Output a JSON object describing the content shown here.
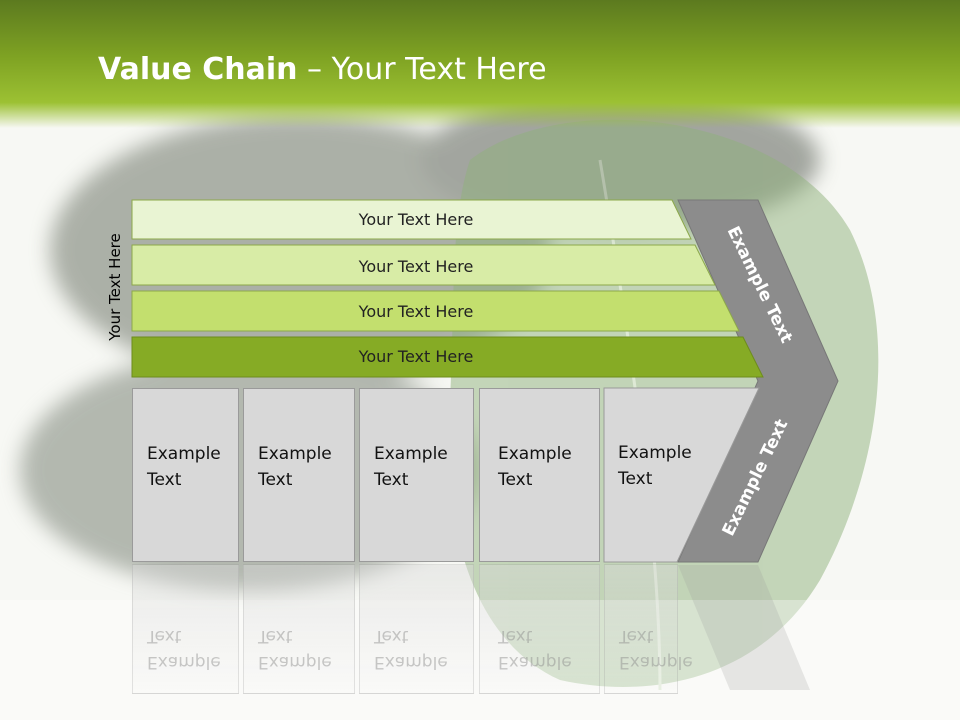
{
  "title": {
    "bold": "Value Chain",
    "rest": " – Your Text Here"
  },
  "side_label": "Your Text Here",
  "rows": [
    {
      "label": "Your Text Here",
      "color": "#e9f4d3"
    },
    {
      "label": "Your Text Here",
      "color": "#d8eca6"
    },
    {
      "label": "Your Text Here",
      "color": "#c3df6e"
    },
    {
      "label": "Your Text Here",
      "color": "#86ab25"
    }
  ],
  "boxes": [
    {
      "line1": "Example",
      "line2": "Text"
    },
    {
      "line1": "Example",
      "line2": "Text"
    },
    {
      "line1": "Example",
      "line2": "Text"
    },
    {
      "line1": "Example",
      "line2": "Text"
    },
    {
      "line1": "Example",
      "line2": "Text"
    }
  ],
  "chevron": {
    "upper": "Example Text",
    "lower": "Example Text",
    "color": "#8c8c8c"
  },
  "colors": {
    "header": "#7fa323",
    "box": "#d8d8d8"
  }
}
